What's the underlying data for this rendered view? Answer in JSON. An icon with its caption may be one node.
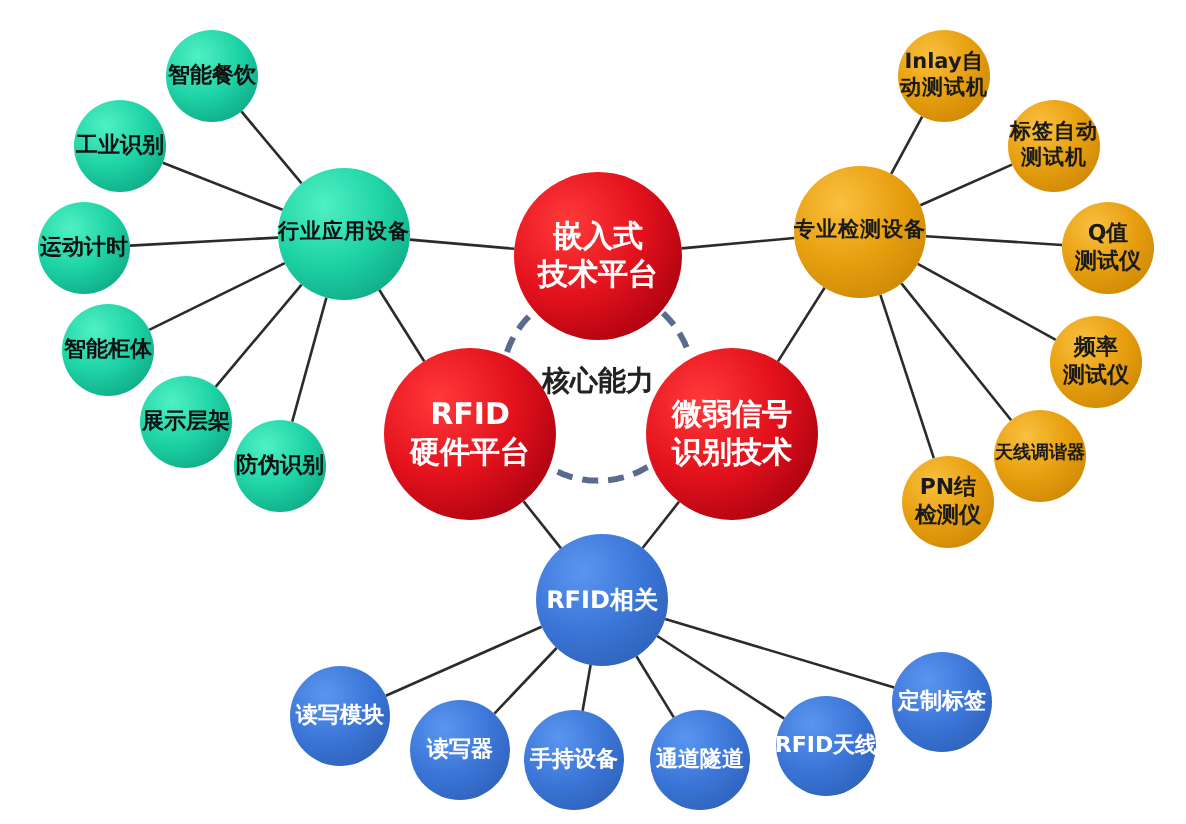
{
  "diagram": {
    "nodes": [
      {
        "text": [
          "嵌入式技术平台"
        ]
      },
      {
        "text": [
          "核心能力"
        ]
      },
      {
        "text": [
          "RFID硬件平台"
        ]
      },
      {
        "text": [
          "微弱信号识别技术"
        ]
      },
      {
        "text": [
          "行业应用设备"
        ]
      },
      {
        "text": [
          "智能餐饮"
        ]
      },
      {
        "text": [
          "工业识别"
        ]
      },
      {
        "text": [
          "运动计时"
        ]
      },
      {
        "text": [
          "智能柜体"
        ]
      },
      {
        "text": [
          "展示层架"
        ]
      },
      {
        "text": [
          "防伪识别"
        ]
      },
      {
        "text": [
          "专业检测设备"
        ]
      },
      {
        "text": [
          "Inlay自动测试机"
        ]
      },
      {
        "text": [
          "标签自动测试机"
        ]
      },
      {
        "text": [
          "Q值测试仪"
        ]
      },
      {
        "text": [
          "频率测试仪"
        ]
      },
      {
        "text": [
          "天线调谐器"
        ]
      },
      {
        "text": [
          "PN结检测仪"
        ]
      },
      {
        "text": [
          "RFID相关"
        ]
      },
      {
        "text": [
          "读写模块"
        ]
      },
      {
        "text": [
          "读写器"
        ]
      },
      {
        "text": [
          "手持设备"
        ]
      },
      {
        "text": [
          "通道隧道"
        ]
      },
      {
        "text": [
          "RFID天线"
        ]
      },
      {
        "text": [
          "定制标签"
        ]
      }
    ],
    "edges": [
      {
        "from": 4,
        "to": 0,
        "arrow": "none"
      },
      {
        "from": 11,
        "to": 0,
        "arrow": "none"
      },
      {
        "from": 4,
        "to": 2,
        "arrow": "none"
      },
      {
        "from": 11,
        "to": 3,
        "arrow": "none"
      },
      {
        "from": 18,
        "to": 2,
        "arrow": "none"
      },
      {
        "from": 18,
        "to": 3,
        "arrow": "none"
      },
      {
        "from": 4,
        "to": 5,
        "arrow": "none"
      },
      {
        "from": 4,
        "to": 6,
        "arrow": "none"
      },
      {
        "from": 4,
        "to": 7,
        "arrow": "none"
      },
      {
        "from": 4,
        "to": 8,
        "arrow": "none"
      },
      {
        "from": 4,
        "to": 9,
        "arrow": "none"
      },
      {
        "from": 4,
        "to": 10,
        "arrow": "none"
      },
      {
        "from": 11,
        "to": 12,
        "arrow": "none"
      },
      {
        "from": 11,
        "to": 13,
        "arrow": "none"
      },
      {
        "from": 11,
        "to": 14,
        "arrow": "none"
      },
      {
        "from": 11,
        "to": 15,
        "arrow": "none"
      },
      {
        "from": 11,
        "to": 16,
        "arrow": "none"
      },
      {
        "from": 11,
        "to": 17,
        "arrow": "none"
      },
      {
        "from": 18,
        "to": 19,
        "arrow": "none"
      },
      {
        "from": 18,
        "to": 20,
        "arrow": "none"
      },
      {
        "from": 18,
        "to": 21,
        "arrow": "none"
      },
      {
        "from": 18,
        "to": 22,
        "arrow": "none"
      },
      {
        "from": 18,
        "to": 23,
        "arrow": "none"
      },
      {
        "from": 18,
        "to": 24,
        "arrow": "none"
      }
    ]
  }
}
